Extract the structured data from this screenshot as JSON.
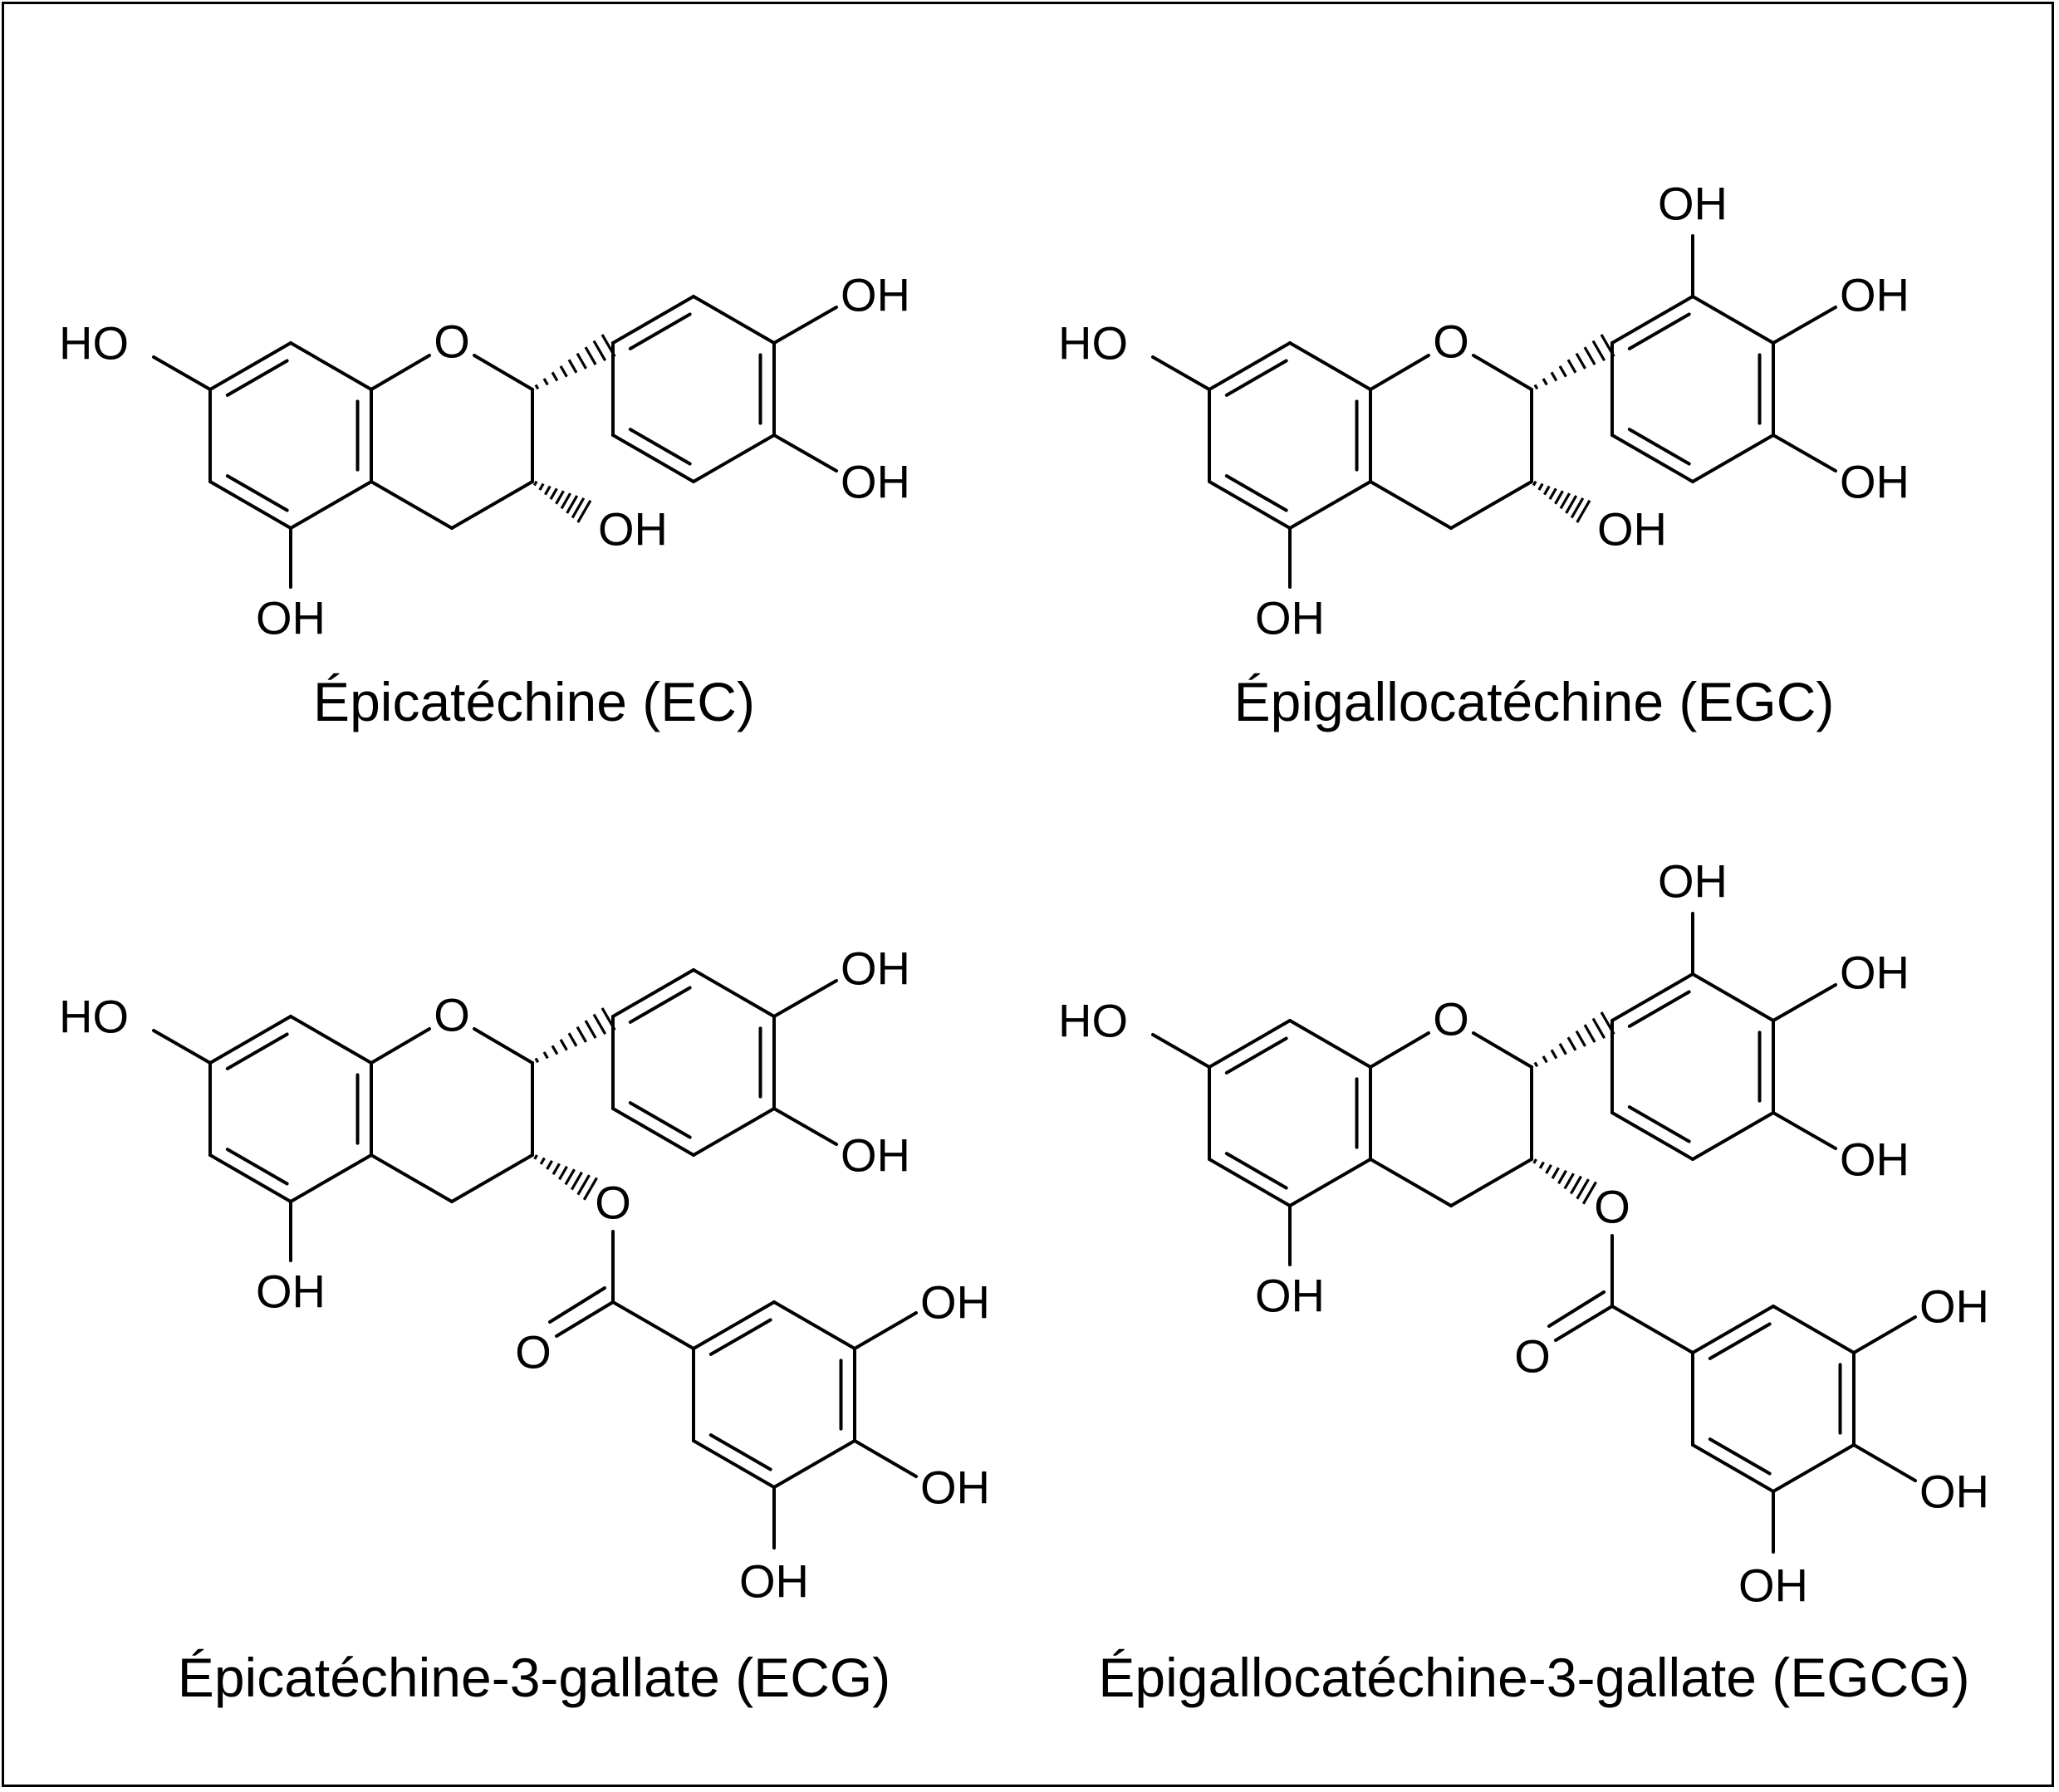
{
  "figure": {
    "molecules": [
      {
        "id": "ec",
        "name": "Épicatéchine (EC)",
        "pyrogallol": false,
        "gallate": false
      },
      {
        "id": "egc",
        "name": "Épigallocatéchine (EGC)",
        "pyrogallol": true,
        "gallate": false
      },
      {
        "id": "ecg",
        "name": "Épicatéchine-3-gallate (ECG)",
        "pyrogallol": false,
        "gallate": true
      },
      {
        "id": "egcg",
        "name": "Épigallocatéchine-3-gallate (EGCG)",
        "pyrogallol": true,
        "gallate": true
      }
    ],
    "atom_labels": {
      "hydroxyl": "OH",
      "hydroxyl_left": "HO",
      "ring_oxygen": "O",
      "ester_oxygen": "O",
      "carbonyl_oxygen": "O"
    },
    "colors": {
      "stroke": "#000000",
      "text": "#000000",
      "background": "#ffffff"
    }
  }
}
